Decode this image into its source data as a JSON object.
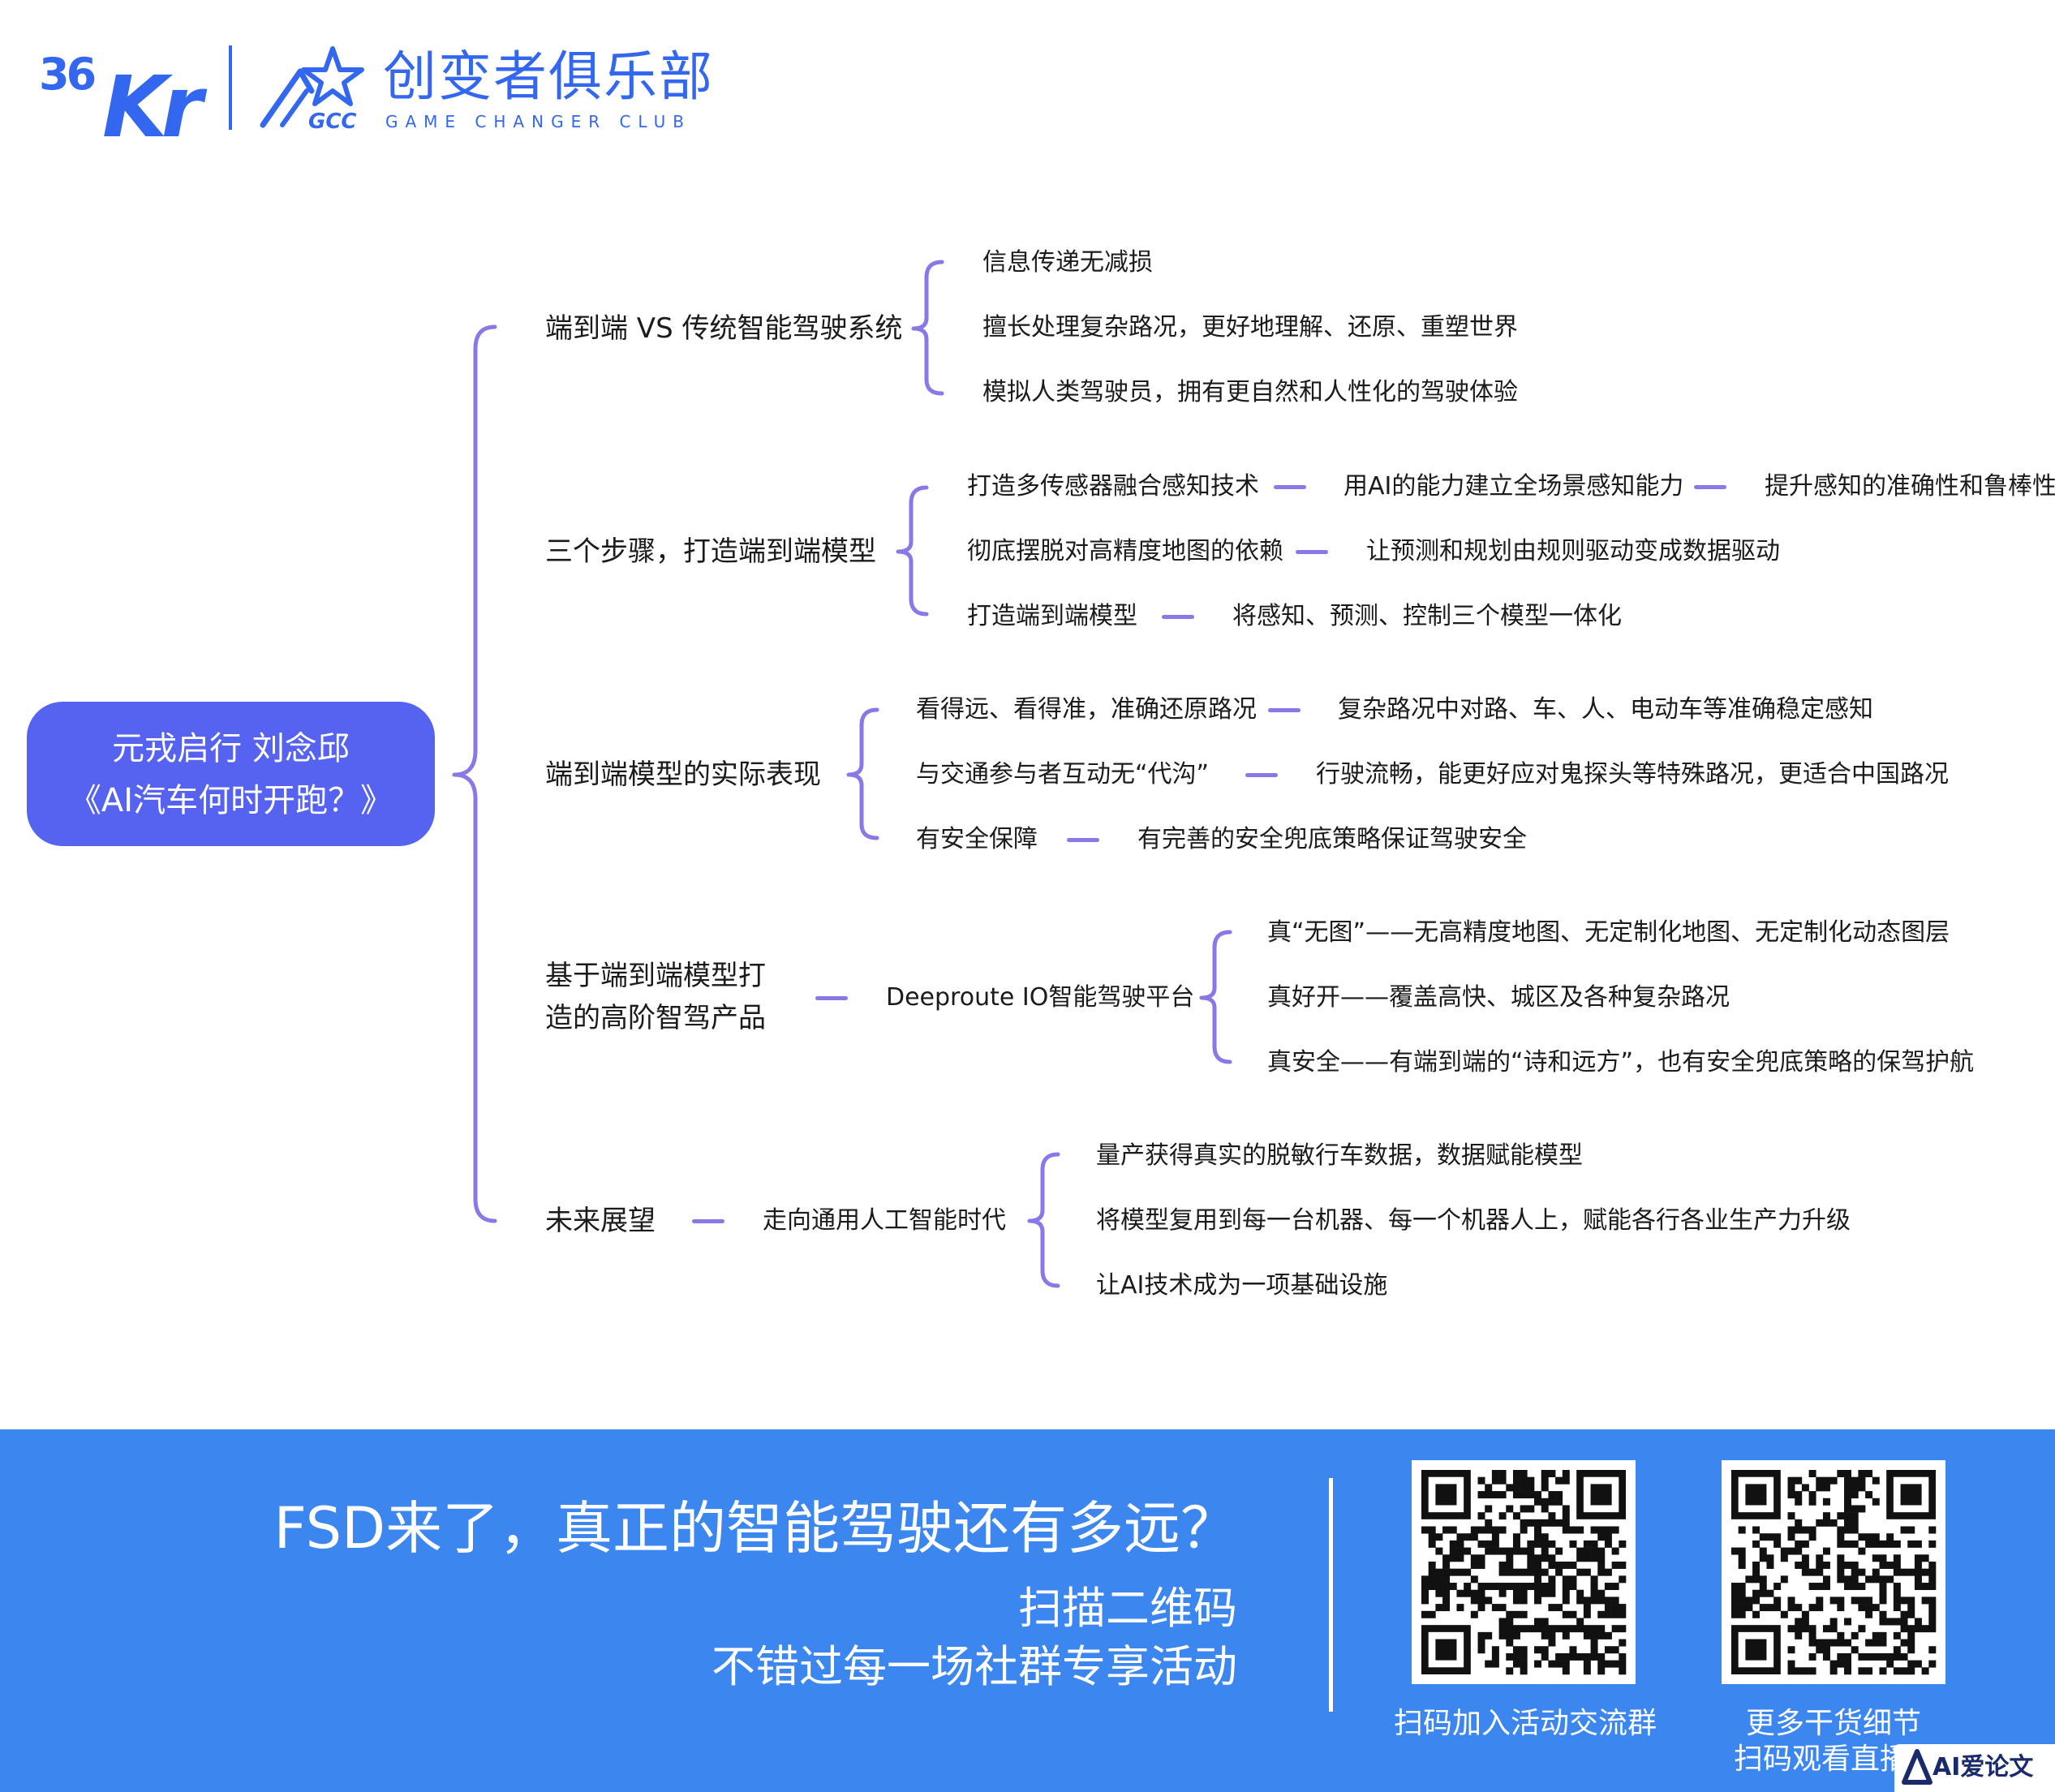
{
  "header": {
    "logo_36kr_top": "36",
    "logo_36kr_main": "Kr",
    "club_name_zh": "创变者俱乐部",
    "club_name_en": "GAME CHANGER CLUB",
    "club_badge": "GCC"
  },
  "root": {
    "line1": "元戎启行  刘念邱",
    "line2": "《AI汽车何时开跑？》"
  },
  "branches": [
    {
      "label": "端到端 VS 传统智能驾驶系统",
      "leaves": [
        "信息传递无减损",
        "擅长处理复杂路况，更好地理解、还原、重塑世界",
        "模拟人类驾驶员，拥有更自然和人性化的驾驶体验"
      ]
    },
    {
      "label": "三个步骤，打造端到端模型",
      "rows": [
        [
          "打造多传感器融合感知技术",
          "用AI的能力建立全场景感知能力",
          "提升感知的准确性和鲁棒性"
        ],
        [
          "彻底摆脱对高精度地图的依赖",
          "让预测和规划由规则驱动变成数据驱动"
        ],
        [
          "打造端到端模型",
          "将感知、预测、控制三个模型一体化"
        ]
      ]
    },
    {
      "label": "端到端模型的实际表现",
      "rows": [
        [
          "看得远、看得准，准确还原路况",
          "复杂路况中对路、车、人、电动车等准确稳定感知"
        ],
        [
          "与交通参与者互动无“代沟”",
          "行驶流畅，能更好应对鬼探头等特殊路况，更适合中国路况"
        ],
        [
          "有安全保障",
          "有完善的安全兜底策略保证驾驶安全"
        ]
      ]
    },
    {
      "label_line1": "基于端到端模型打",
      "label_line2": "造的高阶智驾产品",
      "middle": "Deeproute IO智能驾驶平台",
      "leaves": [
        "真“无图”——无高精度地图、无定制化地图、无定制化动态图层",
        "真好开——覆盖高快、城区及各种复杂路况",
        "真安全——有端到端的“诗和远方”，也有安全兜底策略的保驾护航"
      ]
    },
    {
      "label": "未来展望",
      "middle": "走向通用人工智能时代",
      "leaves": [
        "量产获得真实的脱敏行车数据，数据赋能模型",
        "将模型复用到每一台机器、每一个机器人上，赋能各行各业生产力升级",
        "让AI技术成为一项基础设施"
      ]
    }
  ],
  "banner": {
    "title": "FSD来了，真正的智能驾驶还有多远？",
    "subtitle1": "扫描二维码",
    "subtitle2": "不错过每一场社群专享活动",
    "qr1_caption": "扫码加入活动交流群",
    "qr2_caption_line1": "更多干货细节",
    "qr2_caption_line2": "扫码观看直播",
    "watermark": "AI爱论文"
  },
  "colors": {
    "brand_blue": "#3367f0",
    "root_fill": "#5563f0",
    "bracket": "#8b77e6",
    "banner": "#3c86ef"
  }
}
